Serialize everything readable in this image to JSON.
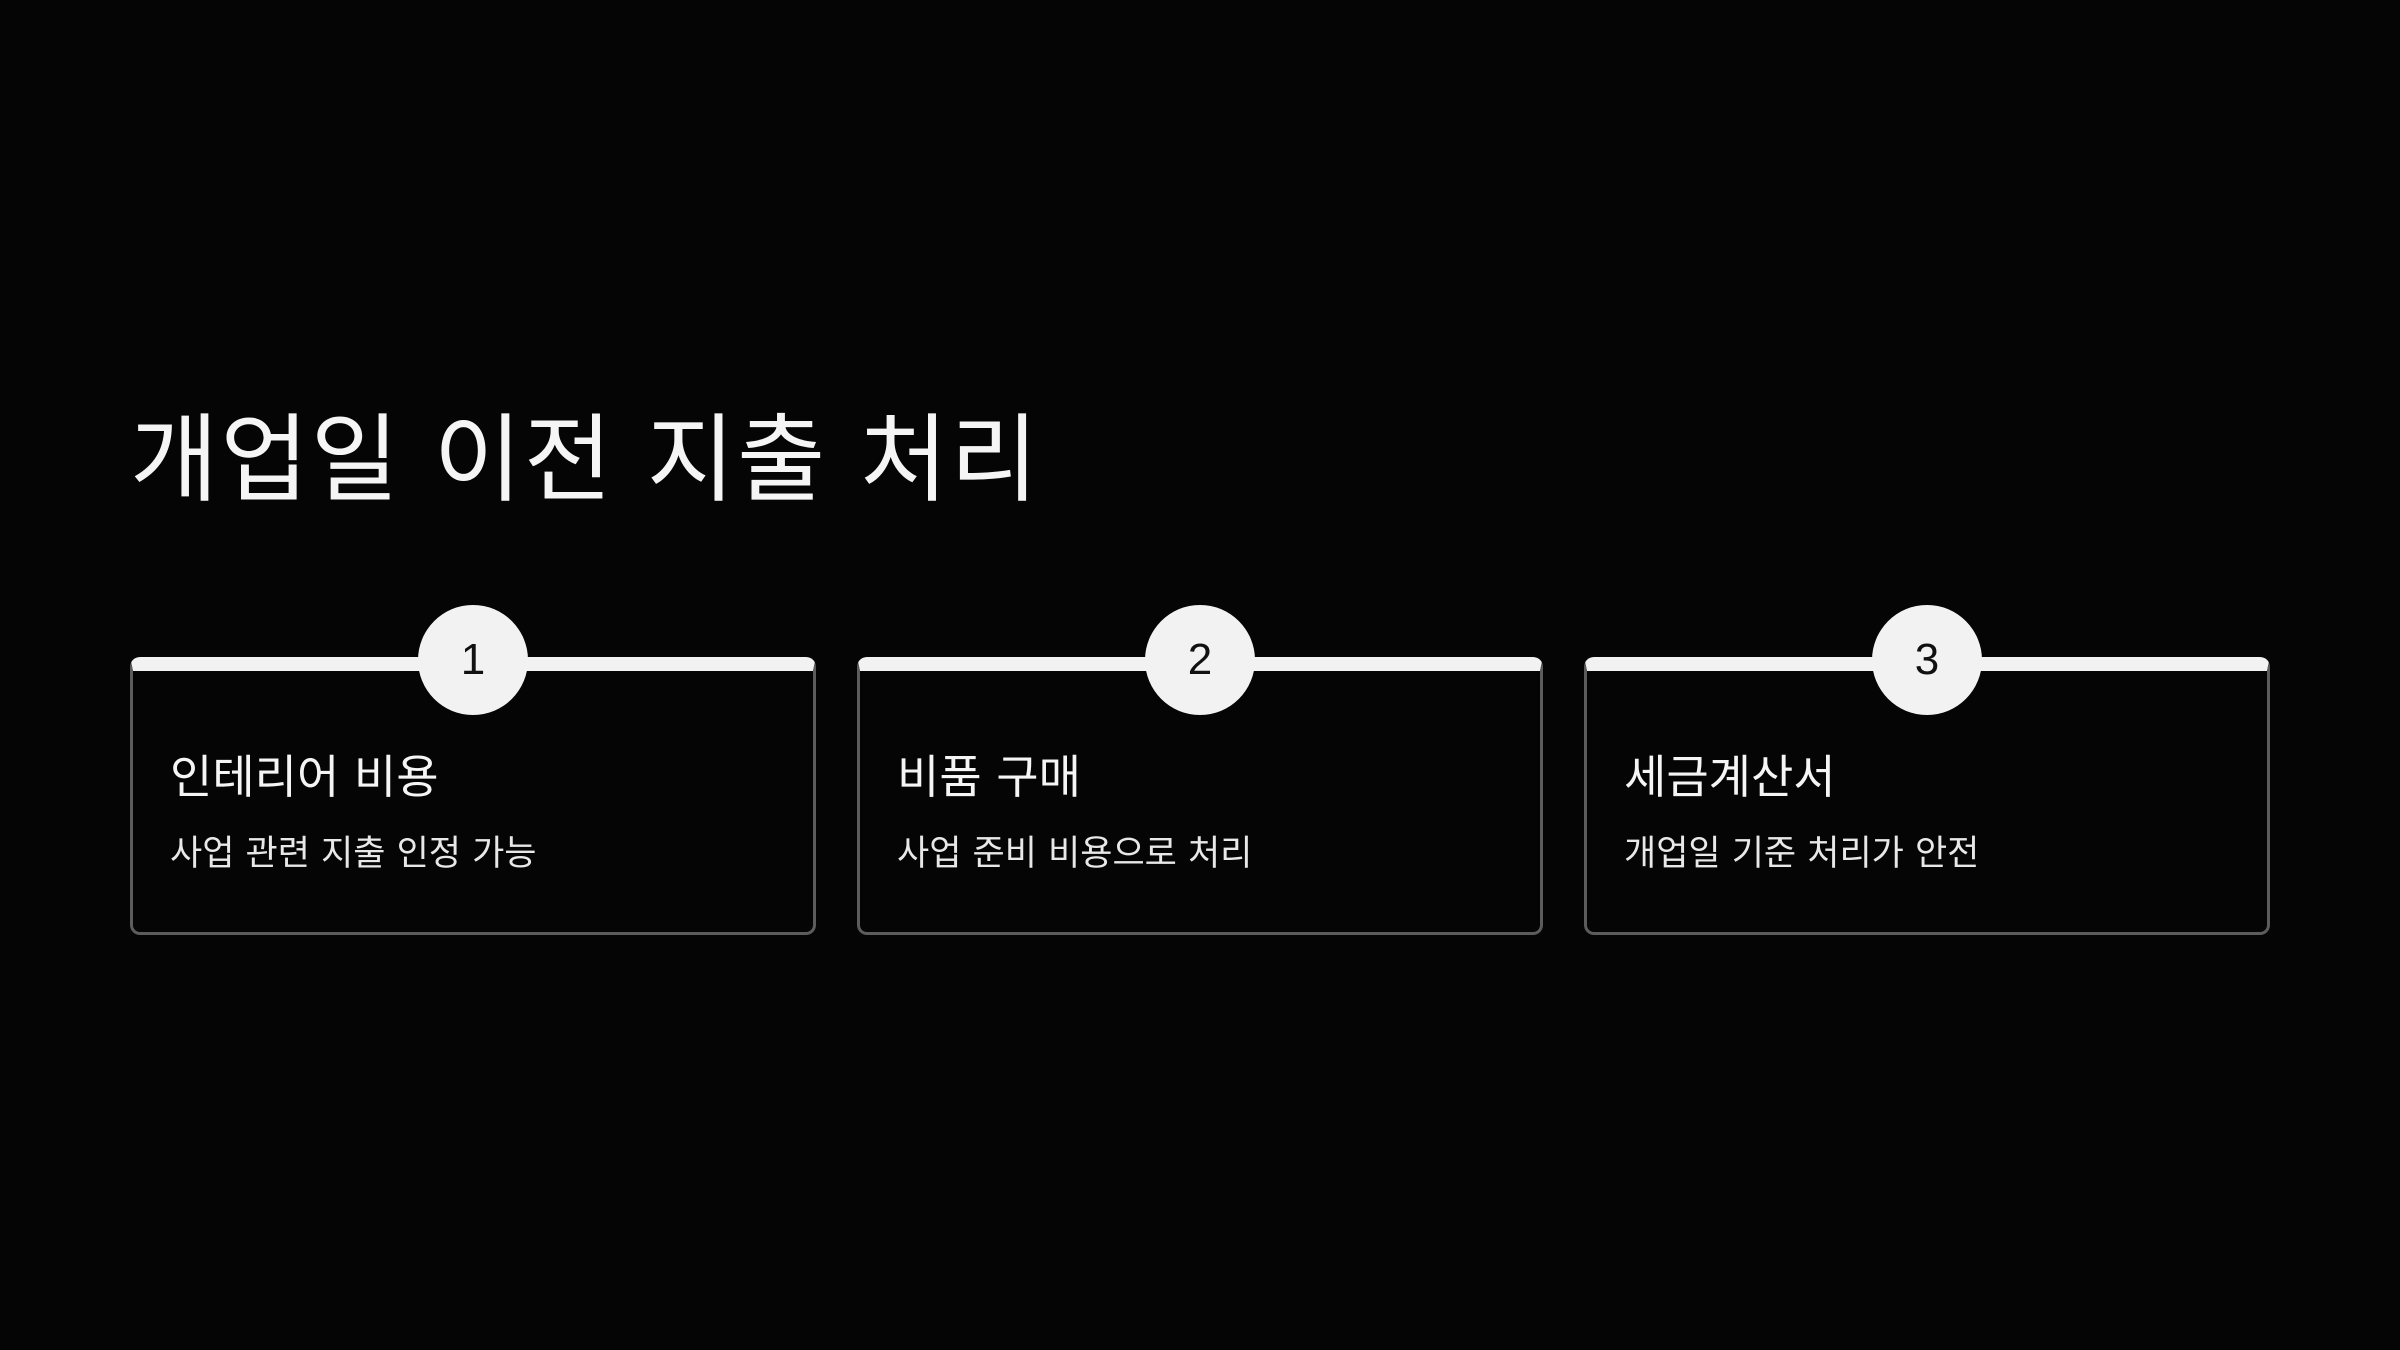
{
  "slide": {
    "title": "개업일 이전 지출 처리"
  },
  "cards": [
    {
      "number": "1",
      "title": "인테리어 비용",
      "description": "사업 관련 지출 인정 가능"
    },
    {
      "number": "2",
      "title": "비품 구매",
      "description": "사업 준비 비용으로 처리"
    },
    {
      "number": "3",
      "title": "세금계산서",
      "description": "개업일 기준 처리가 안전"
    }
  ],
  "colors": {
    "background": "#050505",
    "accent": "#f2f2f2",
    "card_border": "#5c5c5c",
    "text": "#f5f5f5"
  }
}
